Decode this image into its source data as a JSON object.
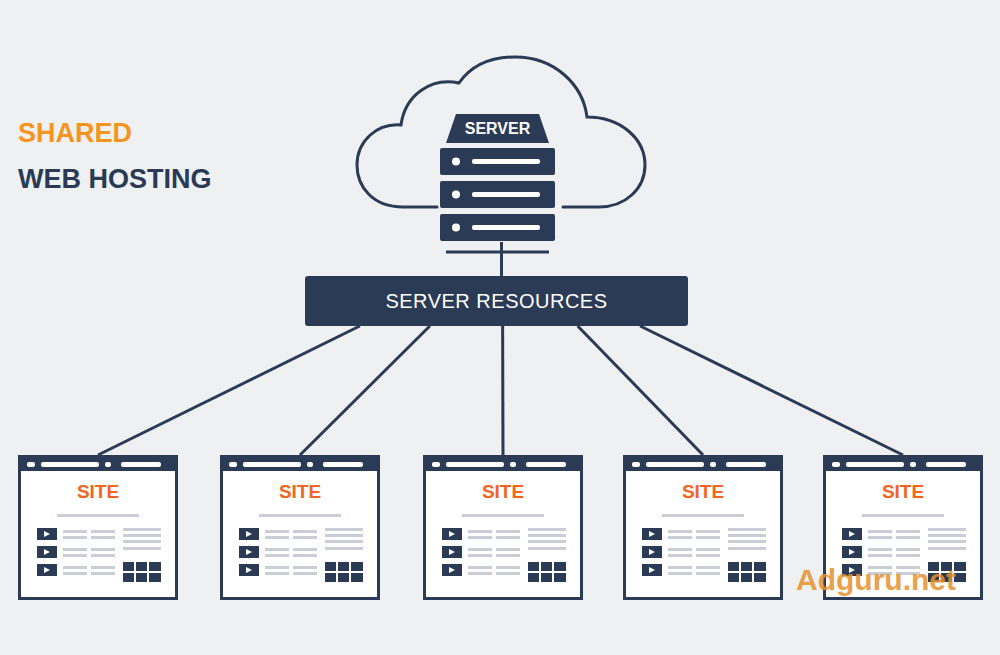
{
  "diagram": {
    "nodes": [
      {
        "text": [
          "SERVER"
        ]
      },
      {
        "text": [
          "SERVER RESOURCES"
        ]
      },
      {
        "text": [
          "SITE"
        ]
      },
      {
        "text": [
          "SITE"
        ]
      },
      {
        "text": [
          "SITE"
        ]
      },
      {
        "text": [
          "SITE"
        ]
      },
      {
        "text": [
          "SITE"
        ]
      }
    ],
    "edges": [
      {
        "from": 0,
        "to": 1,
        "arrow": "none"
      },
      {
        "from": 1,
        "to": 2,
        "arrow": "none"
      },
      {
        "from": 1,
        "to": 3,
        "arrow": "none"
      },
      {
        "from": 1,
        "to": 4,
        "arrow": "none"
      },
      {
        "from": 1,
        "to": 5,
        "arrow": "none"
      },
      {
        "from": 1,
        "to": 6,
        "arrow": "none"
      }
    ],
    "labels": [
      "SHARED",
      "WEB HOSTING",
      "Adguru.net"
    ]
  }
}
